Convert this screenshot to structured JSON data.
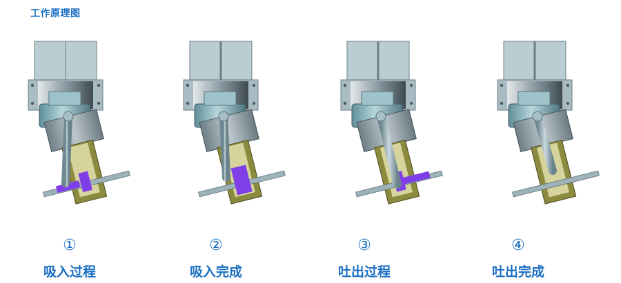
{
  "title": "工作原理图",
  "stages": [
    {
      "number": "①",
      "caption": "吸入过程"
    },
    {
      "number": "②",
      "caption": "吸入完成"
    },
    {
      "number": "③",
      "caption": "吐出过程"
    },
    {
      "number": "④",
      "caption": "吐出完成"
    }
  ],
  "colors": {
    "label_blue": "#1a6ec1",
    "housing": "#b9cdd2",
    "flange": "#a9bcc3",
    "rotor": "#8fb6bf",
    "casing": "#8e9ea6",
    "sleeve": "#8c8a3e",
    "bore": "#d6d39d",
    "rod": "#9eb2ba",
    "piston": "#7f3ee8"
  },
  "icons": [
    "rotor-housing-icon",
    "mounting-flange-icon",
    "tilted-cylinder-icon",
    "piston-rod-icon",
    "valve-port-icon"
  ]
}
